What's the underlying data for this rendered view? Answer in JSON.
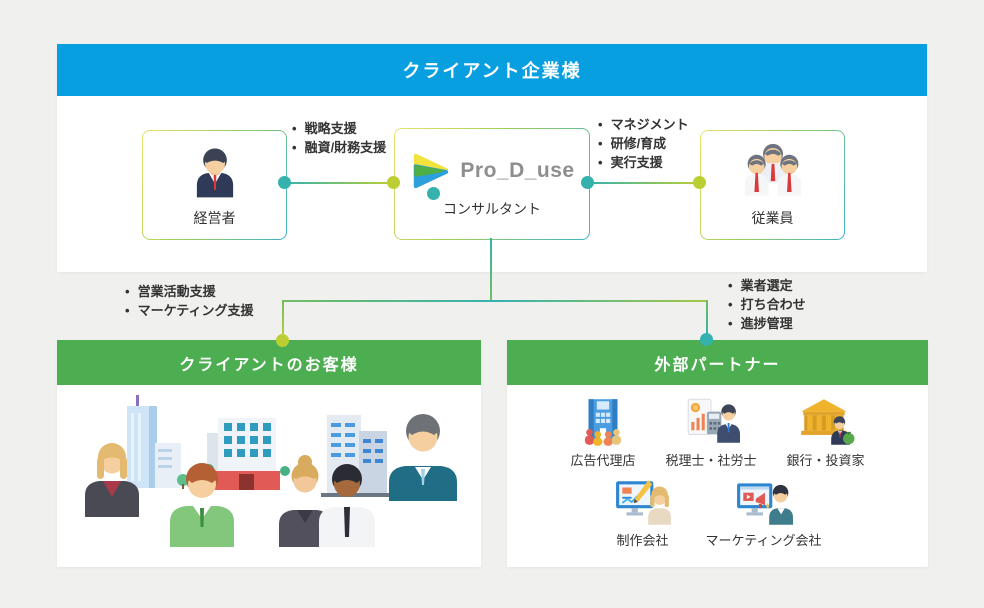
{
  "page": {
    "background": "#f0f0ee"
  },
  "colors": {
    "client_header_bg": "#089fe1",
    "section_header_bg": "#4cae51",
    "teal_node": "#35b2ae",
    "lime_node": "#bbcf34",
    "box_border_start": "#e9e26e",
    "box_border_end": "#3eb3c9",
    "text": "#333333",
    "brand_text": "#8e8e8e"
  },
  "client_panel": {
    "title": "クライアント企業様",
    "manager": {
      "label": "経営者"
    },
    "consultant": {
      "brand": "Pro_D_use",
      "label": "コンサルタント"
    },
    "employees": {
      "label": "従業員"
    },
    "manager_support": [
      "戦略支援",
      "融資/財務支援"
    ],
    "employee_support": [
      "マネジメント",
      "研修/育成",
      "実行支援"
    ]
  },
  "customers_panel": {
    "title": "クライアントのお客様",
    "support": [
      "営業活動支援",
      "マーケティング支援"
    ]
  },
  "partners_panel": {
    "title": "外部パートナー",
    "support": [
      "業者選定",
      "打ち合わせ",
      "進捗管理"
    ],
    "partners_row1": [
      {
        "label": "広告代理店"
      },
      {
        "label": "税理士・社労士"
      },
      {
        "label": "銀行・投資家"
      }
    ],
    "partners_row2": [
      {
        "label": "制作会社"
      },
      {
        "label": "マーケティング会社"
      }
    ]
  }
}
